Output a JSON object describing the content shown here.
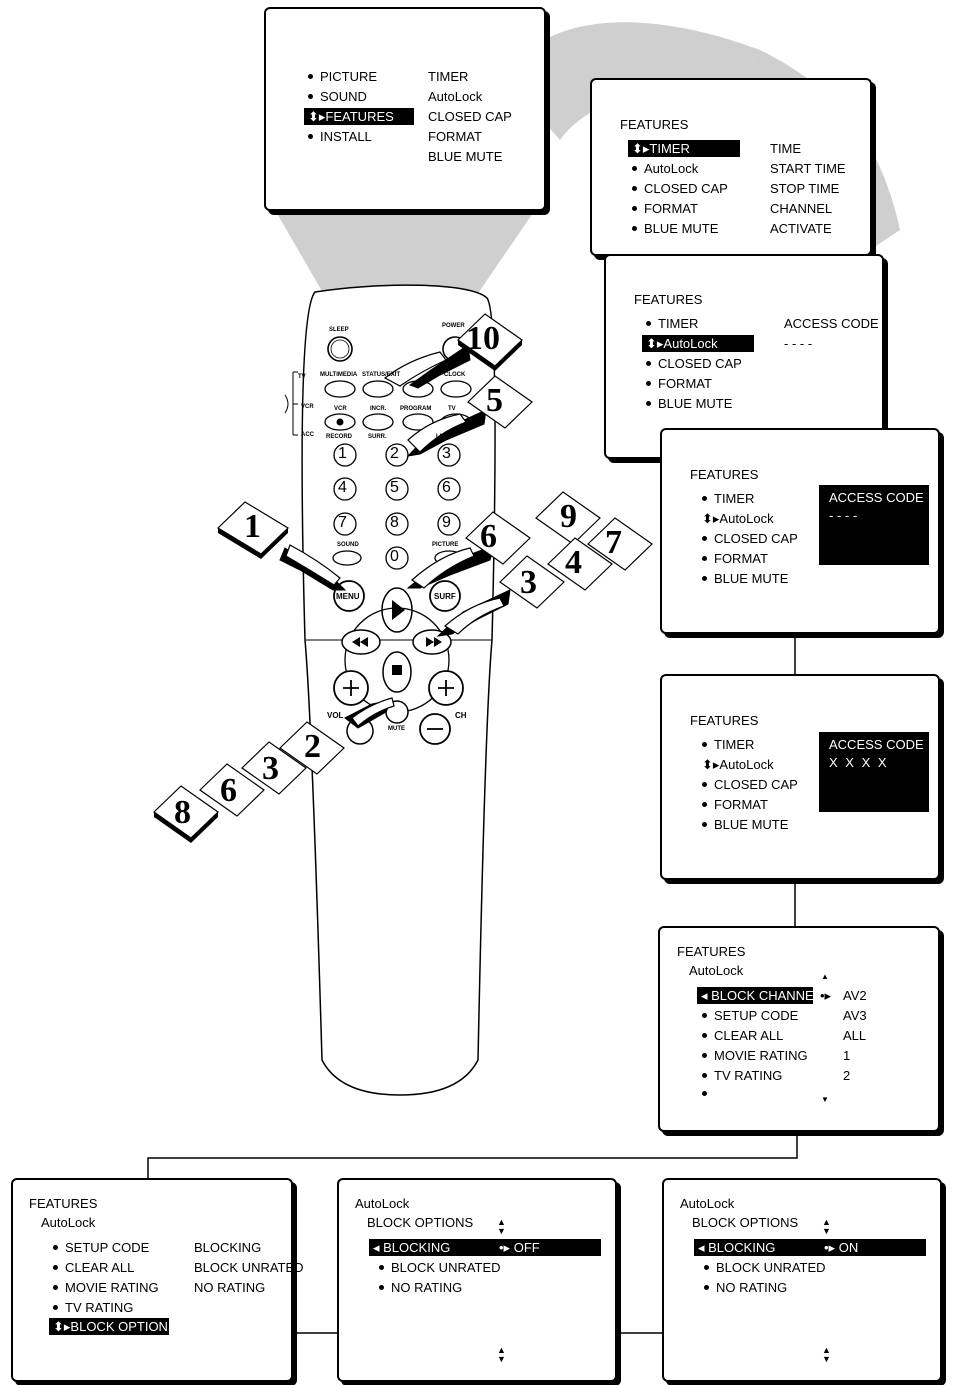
{
  "screen_top": {
    "left_items": [
      "PICTURE",
      "SOUND",
      "FEATURES",
      "INSTALL"
    ],
    "right_items": [
      "TIMER",
      "AutoLock",
      "CLOSED CAP",
      "FORMAT",
      "BLUE MUTE"
    ]
  },
  "features_timer": {
    "title": "FEATURES",
    "left_items": [
      "TIMER",
      "AutoLock",
      "CLOSED CAP",
      "FORMAT",
      "BLUE MUTE"
    ],
    "right_items": [
      "TIME",
      "START TIME",
      "STOP TIME",
      "CHANNEL",
      "ACTIVATE"
    ]
  },
  "features_autolock_1": {
    "title": "FEATURES",
    "left_items": [
      "TIMER",
      "AutoLock",
      "CLOSED CAP",
      "FORMAT",
      "BLUE MUTE"
    ],
    "right_label": "ACCESS CODE",
    "right_value": "- - - -"
  },
  "features_autolock_2": {
    "title": "FEATURES",
    "left_items": [
      "TIMER",
      "AutoLock",
      "CLOSED CAP",
      "FORMAT",
      "BLUE MUTE"
    ],
    "box_label": "ACCESS CODE",
    "box_value": "- - - -"
  },
  "features_autolock_3": {
    "title": "FEATURES",
    "left_items": [
      "TIMER",
      "AutoLock",
      "CLOSED CAP",
      "FORMAT",
      "BLUE MUTE"
    ],
    "box_label": "ACCESS CODE",
    "box_value": "X X X X"
  },
  "autolock_menu": {
    "title": "FEATURES",
    "subtitle": "AutoLock",
    "left_items": [
      "BLOCK CHANNEL",
      "SETUP CODE",
      "CLEAR ALL",
      "MOVIE RATING",
      "TV RATING",
      ""
    ],
    "right_items": [
      "AV2",
      "AV3",
      "ALL",
      "1",
      "2"
    ]
  },
  "block_options_menu": {
    "title": "FEATURES",
    "subtitle": "AutoLock",
    "left_items": [
      "SETUP CODE",
      "CLEAR ALL",
      "MOVIE RATING",
      "TV RATING",
      "BLOCK OPTIONS"
    ],
    "right_items": [
      "BLOCKING",
      "BLOCK UNRATED",
      "NO RATING"
    ]
  },
  "blocking_off": {
    "title": "AutoLock",
    "subtitle": "BLOCK OPTIONS",
    "items": [
      "BLOCKING",
      "BLOCK UNRATED",
      "NO RATING"
    ],
    "value": "OFF"
  },
  "blocking_on": {
    "title": "AutoLock",
    "subtitle": "BLOCK OPTIONS",
    "items": [
      "BLOCKING",
      "BLOCK UNRATED",
      "NO RATING"
    ],
    "value": "ON"
  },
  "remote": {
    "sleep": "SLEEP",
    "power": "POWER",
    "tv": "TV",
    "vcr": "VCR",
    "acc": "ACC",
    "multimedia": "MULTIMEDIA",
    "status_exit": "STATUS/EXIT",
    "clock": "CLOCK",
    "vcr_btn": "VCR",
    "incr": "INCR.",
    "program": "PROGRAM",
    "tv_btn": "TV",
    "record": "RECORD",
    "surr": "SURR.",
    "list": "LIST",
    "digits": [
      "1",
      "2",
      "3",
      "4",
      "5",
      "6",
      "7",
      "8",
      "9",
      "0"
    ],
    "sound": "SOUND",
    "picture": "PICTURE",
    "menu": "MENU",
    "surf": "SURF",
    "vol": "VOL",
    "mute": "MUTE",
    "ch": "CH"
  },
  "steps": {
    "ten": "10",
    "five": "5",
    "one": "1",
    "six_a": "6",
    "nine": "9",
    "seven": "7",
    "four": "4",
    "three_a": "3",
    "two": "2",
    "three_b": "3",
    "six_b": "6",
    "eight": "8"
  }
}
